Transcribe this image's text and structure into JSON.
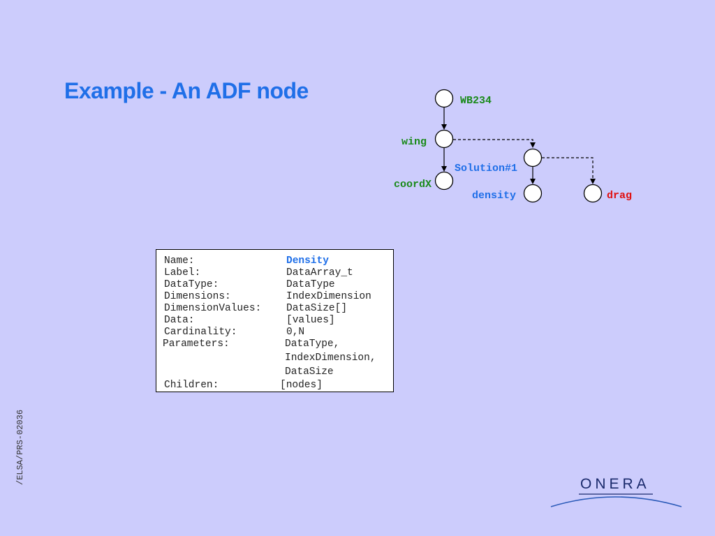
{
  "slide": {
    "title": "Example - An ADF node",
    "footer_code": "/ELSA/PRS-02036",
    "logo_text": "ONERA"
  },
  "tree": {
    "nodes": [
      {
        "id": "wb234",
        "label": "WB234",
        "color": "#1a8a1a"
      },
      {
        "id": "wing",
        "label": "wing",
        "color": "#1a8a1a"
      },
      {
        "id": "coordx",
        "label": "coordX",
        "color": "#1a8a1a"
      },
      {
        "id": "solution",
        "label": "Solution#1",
        "color": "#1f6fe8"
      },
      {
        "id": "density",
        "label": "density",
        "color": "#1f6fe8"
      },
      {
        "id": "drag",
        "label": "drag",
        "color": "#e01010"
      }
    ]
  },
  "node_info": {
    "rows": [
      {
        "key": "Name:",
        "value": "Density"
      },
      {
        "key": "Label:",
        "value": "DataArray_t"
      },
      {
        "key": "DataType:",
        "value": "DataType"
      },
      {
        "key": "Dimensions:",
        "value": "IndexDimension"
      },
      {
        "key": "DimensionValues:",
        "value": "DataSize[]"
      },
      {
        "key": "Data:",
        "value": "[values]"
      },
      {
        "key": "Cardinality:",
        "value": "0,N"
      },
      {
        "key": "Parameters:",
        "value": "DataType,"
      },
      {
        "key": "",
        "value": "IndexDimension,"
      },
      {
        "key": "",
        "value": "DataSize"
      },
      {
        "key": "Children:",
        "value": "[nodes]"
      }
    ]
  },
  "colors": {
    "background": "#ccccfc",
    "title": "#1f6fe8",
    "green_label": "#1a8a1a",
    "blue_label": "#1f6fe8",
    "red_label": "#e01010"
  }
}
